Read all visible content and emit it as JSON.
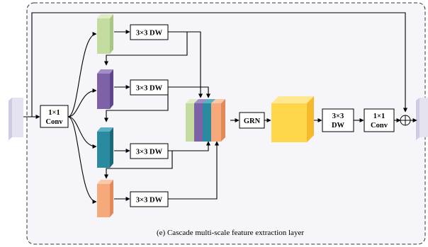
{
  "caption": "(e)  Cascade multi-scale feature extraction layer",
  "blocks": {
    "conv_in": [
      "1×1",
      "Conv"
    ],
    "dw1": "3×3 DW",
    "dw2": "3×3 DW",
    "dw3": "3×3 DW",
    "dw4": "3×3 DW",
    "grn": "GRN",
    "dw_out": [
      "3×3",
      "DW"
    ],
    "conv_out": [
      "1×1",
      "Conv"
    ]
  },
  "colors": {
    "green": "#c5dca0",
    "purple": "#7d62a8",
    "teal": "#2a8aa0",
    "orange": "#f6a97a",
    "yellow": "#ffd54a",
    "lavender": "#e6e3f1",
    "frame_fill": "#f5f5fa"
  }
}
